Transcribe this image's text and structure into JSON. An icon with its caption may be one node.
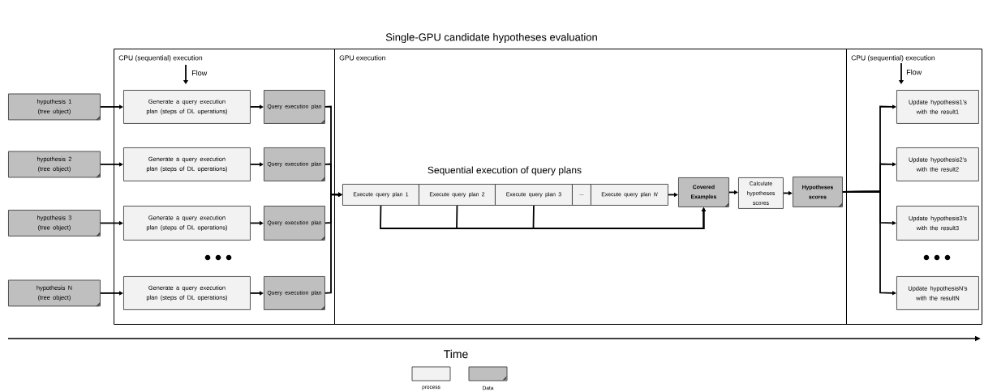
{
  "diagram": {
    "title": "Single-GPU candidate hypotheses evaluation",
    "nodes": [
      {
        "text": [
          "CPU (sequential) execution"
        ]
      },
      {
        "text": [
          "GPU execution"
        ]
      },
      {
        "text": [
          "CPU (sequential) execution"
        ]
      },
      {
        "text": [
          "hypothesis 1 (tree object)"
        ]
      },
      {
        "text": [
          "hypothesis 2 (tree object)"
        ]
      },
      {
        "text": [
          "hypothesis 3 (tree object)"
        ]
      },
      {
        "text": [
          "hypothesis N (tree object)"
        ]
      },
      {
        "text": [
          "Generate a query execution plan (steps of DL operations)"
        ],
        "in": 0
      },
      {
        "text": [
          "Generate a query execution plan (steps of DL operations)"
        ],
        "in": 0
      },
      {
        "text": [
          "Generate a query execution plan (steps of DL operations)"
        ],
        "in": 0
      },
      {
        "text": [
          "Generate a query execution plan (steps of DL operations)"
        ],
        "in": 0
      },
      {
        "text": [
          "Query execution plan"
        ],
        "in": 0
      },
      {
        "text": [
          "Query execution plan"
        ],
        "in": 0
      },
      {
        "text": [
          "Query execution plan"
        ],
        "in": 0
      },
      {
        "text": [
          "Query execution plan"
        ],
        "in": 0
      },
      {
        "text": [
          "Execute query plan 1"
        ],
        "in": 1
      },
      {
        "text": [
          "Execute query plan 2"
        ],
        "in": 1
      },
      {
        "text": [
          "Execute query plan 3"
        ],
        "in": 1
      },
      {
        "text": [
          "..."
        ],
        "in": 1
      },
      {
        "text": [
          "Execute query plan *N*"
        ],
        "in": 1
      },
      {
        "text": [
          "Covered Examples"
        ],
        "in": 1
      },
      {
        "text": [
          "Calculate hypotheses scores"
        ],
        "in": 1
      },
      {
        "text": [
          "Hypotheses scores"
        ],
        "in": 1
      },
      {
        "text": [
          "Update hypothesis1’s with the result1"
        ],
        "in": 2
      },
      {
        "text": [
          "Update hypothesis2’s with the result2"
        ],
        "in": 2
      },
      {
        "text": [
          "Update hypothesis3’s with the result3"
        ],
        "in": 2
      },
      {
        "text": [
          "Update hypothesisN’s with the resultN"
        ],
        "in": 2
      }
    ],
    "edges": [
      {
        "from": 3,
        "to": 7,
        "arrow": "to"
      },
      {
        "from": 4,
        "to": 8,
        "arrow": "to"
      },
      {
        "from": 5,
        "to": 9,
        "arrow": "to"
      },
      {
        "from": 6,
        "to": 10,
        "arrow": "to"
      },
      {
        "from": 7,
        "to": 11,
        "arrow": "to"
      },
      {
        "from": 8,
        "to": 12,
        "arrow": "to"
      },
      {
        "from": 9,
        "to": 13,
        "arrow": "to"
      },
      {
        "from": 10,
        "to": 14,
        "arrow": "to"
      },
      {
        "from": 11,
        "to": 15,
        "arrow": "to"
      },
      {
        "from": 12,
        "to": 15,
        "arrow": "to"
      },
      {
        "from": 13,
        "to": 15,
        "arrow": "to"
      },
      {
        "from": 14,
        "to": 15,
        "arrow": "to"
      },
      {
        "from": 19,
        "to": 20,
        "arrow": "to"
      },
      {
        "from": 15,
        "to": 20,
        "arrow": "to"
      },
      {
        "from": 16,
        "to": 20,
        "arrow": "to"
      },
      {
        "from": 17,
        "to": 20,
        "arrow": "to"
      },
      {
        "from": 20,
        "to": 21,
        "arrow": "to"
      },
      {
        "from": 21,
        "to": 22,
        "arrow": "to"
      },
      {
        "from": 22,
        "to": 23,
        "arrow": "to"
      },
      {
        "from": 22,
        "to": 24,
        "arrow": "to"
      },
      {
        "from": 22,
        "to": 25,
        "arrow": "to"
      },
      {
        "from": 22,
        "to": 26,
        "arrow": "to"
      }
    ],
    "labels": [
      "Flow",
      "Flow",
      "Sequential execution of query plans",
      "Time"
    ],
    "legend": [
      {
        "text": "process",
        "color": "#f2f2f2"
      },
      {
        "text": "Data",
        "color": "#bfbfbf"
      }
    ]
  }
}
